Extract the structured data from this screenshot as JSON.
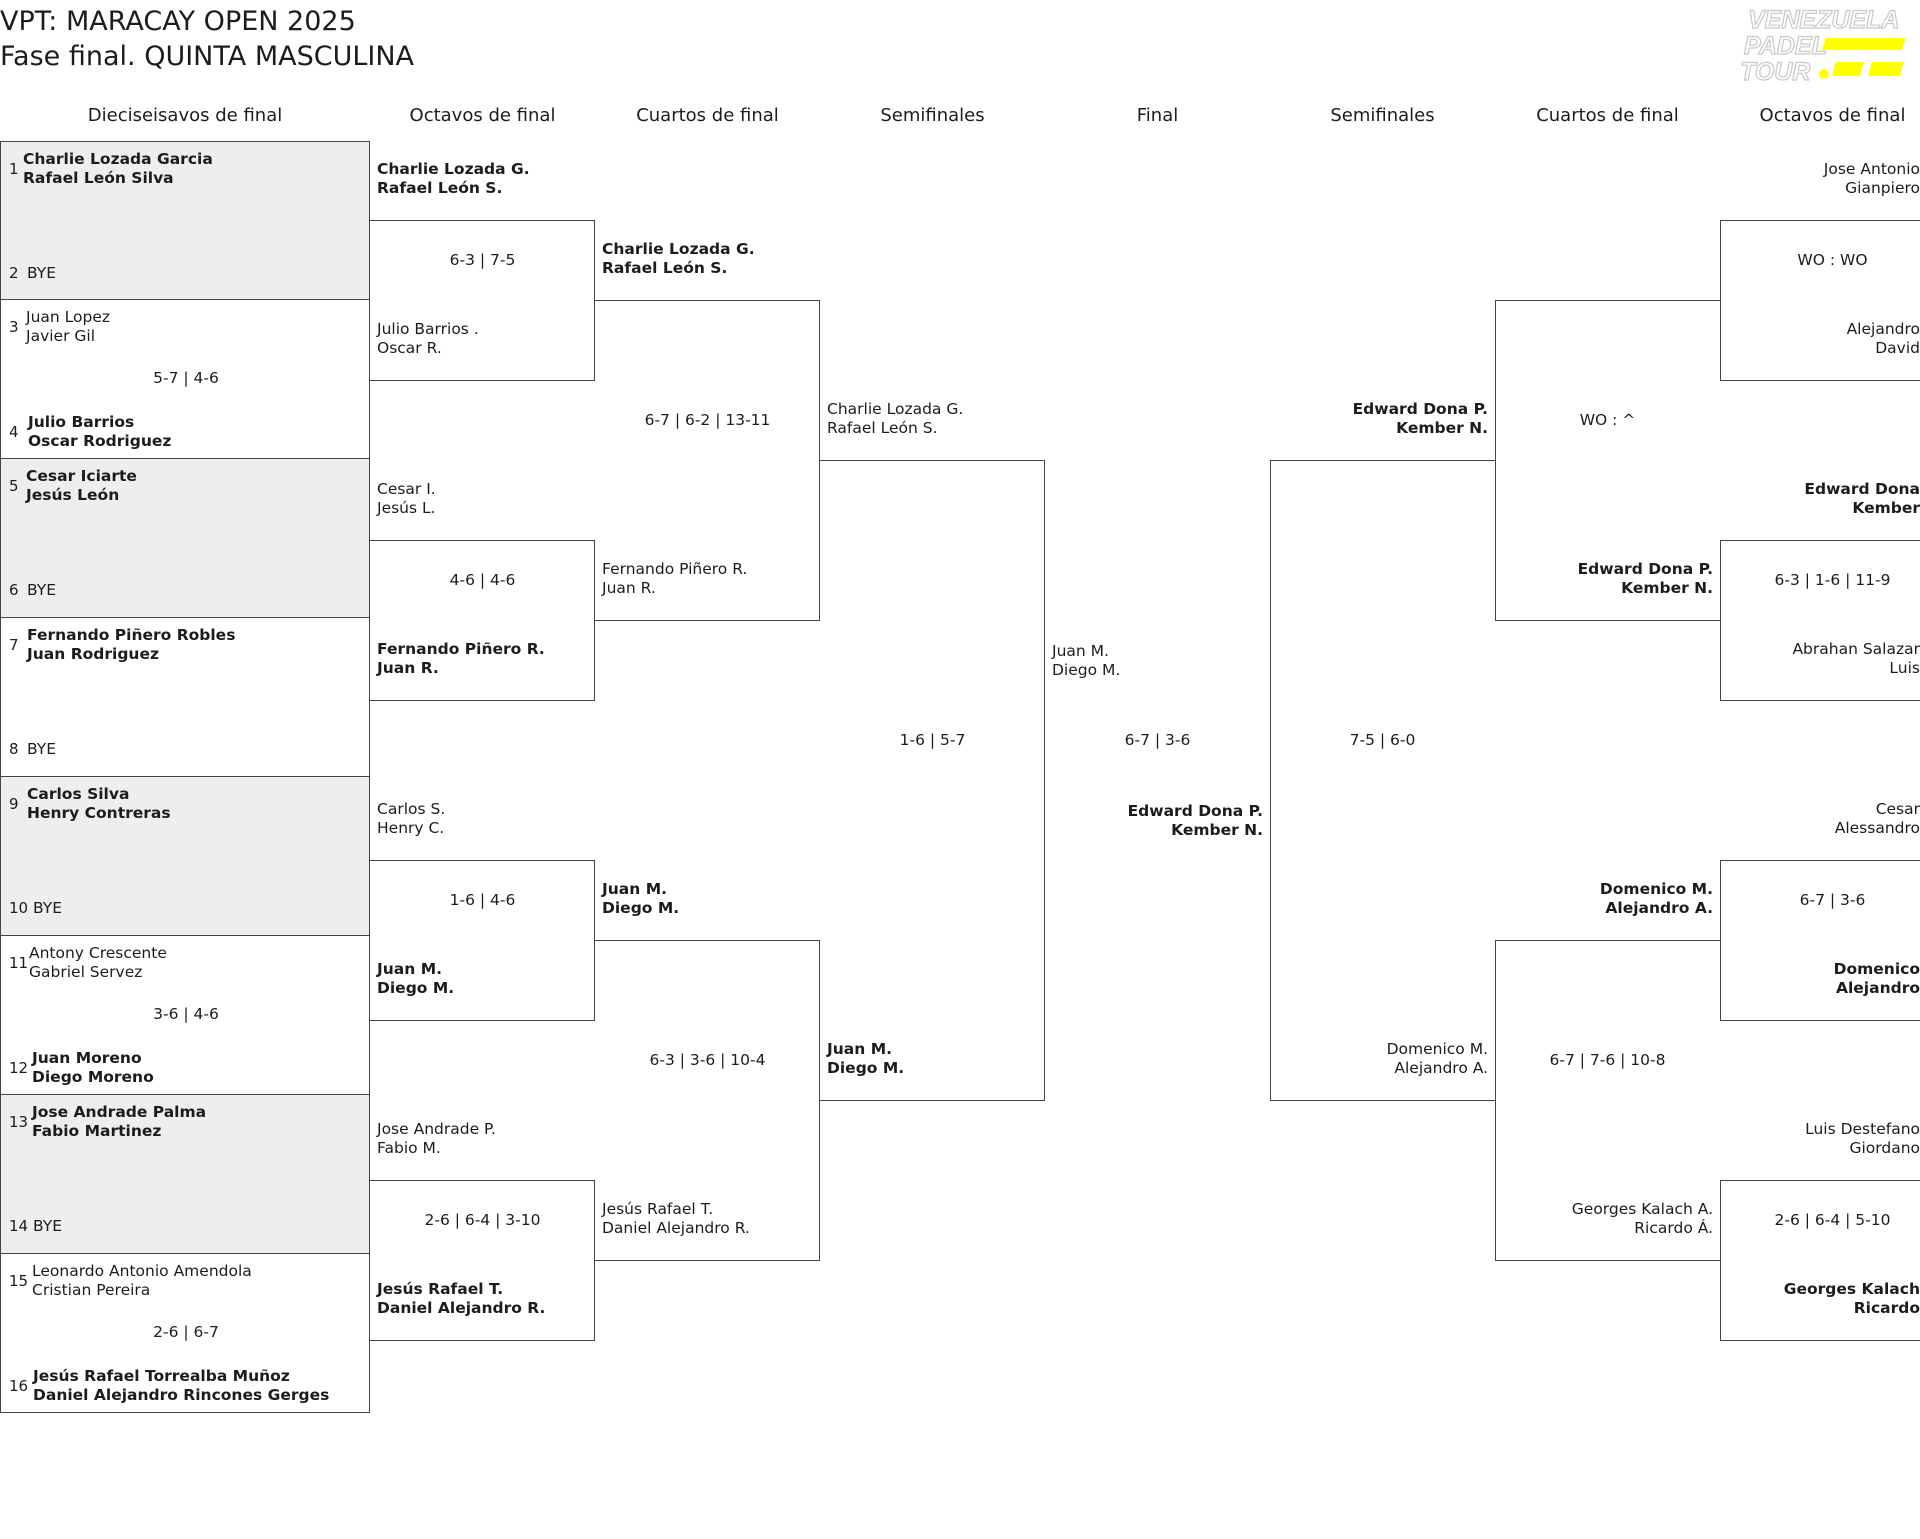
{
  "header": {
    "title_line1": "VPT: MARACAY OPEN 2025",
    "title_line2": "Fase final. QUINTA MASCULINA",
    "logo_text": [
      "VENEZUELA",
      "PADEL",
      "TOUR"
    ],
    "logo_accent_color": "#ffff00"
  },
  "columns": [
    "Dieciseisavos de final",
    "Octavos de final",
    "Cuartos de final",
    "Semifinales",
    "Final",
    "Semifinales",
    "Cuartos de final",
    "Octavos de final"
  ],
  "r32": {
    "s1": "1",
    "n1a": "Charlie Lozada Garcia",
    "n1b": "Rafael León Silva",
    "s2": "2",
    "n2": "BYE",
    "s3": "3",
    "n3a": "Juan Lopez",
    "n3b": "Javier Gil",
    "sc34": "5-7 | 4-6",
    "s4": "4",
    "n4a": "Julio Barrios",
    "n4b": "Oscar Rodriguez",
    "s5": "5",
    "n5a": "Cesar Iciarte",
    "n5b": "Jesús León",
    "s6": "6",
    "n6": "BYE",
    "s7": "7",
    "n7a": "Fernando Piñero Robles",
    "n7b": "Juan Rodriguez",
    "s8": "8",
    "n8": "BYE",
    "s9": "9",
    "n9a": "Carlos Silva",
    "n9b": "Henry Contreras",
    "s10": "10",
    "n10": "BYE",
    "s11": "11",
    "n11a": "Antony Crescente",
    "n11b": "Gabriel Servez",
    "sc1112": "3-6 | 4-6",
    "s12": "12",
    "n12a": "Juan Moreno",
    "n12b": "Diego Moreno",
    "s13": "13",
    "n13a": "Jose Andrade Palma",
    "n13b": "Fabio Martinez",
    "s14": "14",
    "n14": "BYE",
    "s15": "15",
    "n15a": "Leonardo Antonio Amendola",
    "n15b": "Cristian Pereira",
    "sc1516": "2-6 | 6-7",
    "s16": "16",
    "n16a": "Jesús Rafael Torrealba Muñoz",
    "n16b": "Daniel Alejandro Rincones Gerges"
  },
  "r16_left": {
    "m1a": "Charlie Lozada G.",
    "m1b": "Rafael León S.",
    "sc1": "6-3 | 7-5",
    "m2a": "Julio Barrios .",
    "m2b": "Oscar R.",
    "m3a": "Cesar I.",
    "m3b": "Jesús L.",
    "sc2": "4-6 | 4-6",
    "m4a": "Fernando Piñero R.",
    "m4b": "Juan R.",
    "m5a": "Carlos S.",
    "m5b": "Henry C.",
    "sc3": "1-6 | 4-6",
    "m6a": "Juan M.",
    "m6b": "Diego M.",
    "m7a": "Jose Andrade P.",
    "m7b": "Fabio M.",
    "sc4": "2-6 | 6-4 | 3-10",
    "m8a": "Jesús Rafael T.",
    "m8b": "Daniel Alejandro R."
  },
  "qf_left": {
    "q1a": "Charlie Lozada G.",
    "q1b": "Rafael León S.",
    "sc1": "6-7 | 6-2 | 13-11",
    "q2a": "Fernando Piñero R.",
    "q2b": "Juan R.",
    "q3a": "Juan M.",
    "q3b": "Diego M.",
    "sc2": "6-3 | 3-6 | 10-4",
    "q4a": "Jesús Rafael T.",
    "q4b": "Daniel Alejandro R."
  },
  "sf_left": {
    "a1": "Charlie Lozada G.",
    "a2": "Rafael León S.",
    "sc": "1-6 | 5-7",
    "b1": "Juan M.",
    "b2": "Diego M."
  },
  "final": {
    "a1": "Juan M.",
    "a2": "Diego M.",
    "sc": "6-7 | 3-6",
    "b1": "Edward Dona P.",
    "b2": "Kember N."
  },
  "sf_right": {
    "a1": "Edward Dona P.",
    "a2": "Kember N.",
    "sc": "7-5 | 6-0",
    "b1": "Domenico M.",
    "b2": "Alejandro A."
  },
  "qf_right": {
    "q1a": "Edward Dona P.",
    "q1b": "Kember N.",
    "sc1": "WO : ^",
    "q2a": "Domenico M.",
    "q2b": "Alejandro A.",
    "sc2": "6-7 | 7-6 | 10-8",
    "q3a": "Georges Kalach A.",
    "q3b": "Ricardo Á."
  },
  "r16_right": {
    "m1a": "Jose Antonio",
    "m1b": "Gianpiero",
    "sc1": "WO : WO",
    "m2a": "Alejandro",
    "m2b": "David",
    "m3a": "Edward Dona",
    "m3b": "Kember",
    "sc2": "6-3 | 1-6 | 11-9",
    "m4a": "Abrahan Salazar",
    "m4b": "Luis",
    "m5a": "Cesar",
    "m5b": "Alessandro",
    "sc3": "6-7 | 3-6",
    "m6a": "Domenico",
    "m6b": "Alejandro",
    "m7a": "Luis Destefano",
    "m7b": "Giordano",
    "sc4": "2-6 | 6-4 | 5-10",
    "m8a": "Georges Kalach",
    "m8b": "Ricardo"
  }
}
